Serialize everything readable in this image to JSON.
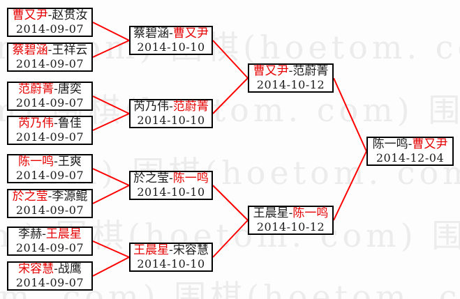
{
  "watermark": {
    "text": "围棋(hoetom. com)",
    "color": "#ececec"
  },
  "bracket": {
    "line_color": "#ff0000",
    "winner_color": "#e60000",
    "loser_color": "#1c1c1c",
    "rounds": [
      {
        "name": "round-of-16",
        "matches": [
          {
            "p1": "曹又尹",
            "p2": "赵贯汝",
            "date": "2014-09-07",
            "winner": 1
          },
          {
            "p1": "蔡碧涵",
            "p2": "王祥云",
            "date": "2014-09-07",
            "winner": 1
          },
          {
            "p1": "范蔚菁",
            "p2": "唐奕",
            "date": "2014-09-07",
            "winner": 1
          },
          {
            "p1": "芮乃伟",
            "p2": "鲁佳",
            "date": "2014-09-07",
            "winner": 1
          },
          {
            "p1": "陈一鸣",
            "p2": "王爽",
            "date": "2014-09-07",
            "winner": 1
          },
          {
            "p1": "於之莹",
            "p2": "李源鲲",
            "date": "2014-09-07",
            "winner": 1
          },
          {
            "p1": "李赫",
            "p2": "王晨星",
            "date": "2014-09-07",
            "winner": 2
          },
          {
            "p1": "宋容慧",
            "p2": "战鹰",
            "date": "2014-09-07",
            "winner": 1
          }
        ]
      },
      {
        "name": "quarterfinals",
        "matches": [
          {
            "p1": "蔡碧涵",
            "p2": "曹又尹",
            "date": "2014-10-10",
            "winner": 2
          },
          {
            "p1": "芮乃伟",
            "p2": "范蔚菁",
            "date": "2014-10-10",
            "winner": 2
          },
          {
            "p1": "於之莹",
            "p2": "陈一鸣",
            "date": "2014-10-10",
            "winner": 2
          },
          {
            "p1": "王晨星",
            "p2": "宋容慧",
            "date": "2014-10-10",
            "winner": 1
          }
        ]
      },
      {
        "name": "semifinals",
        "matches": [
          {
            "p1": "曹又尹",
            "p2": "范蔚菁",
            "date": "2014-10-12",
            "winner": 1
          },
          {
            "p1": "王晨星",
            "p2": "陈一鸣",
            "date": "2014-10-12",
            "winner": 2
          }
        ]
      },
      {
        "name": "final",
        "matches": [
          {
            "p1": "陈一鸣",
            "p2": "曹又尹",
            "date": "2014-12-04",
            "winner": 2
          }
        ]
      }
    ]
  }
}
